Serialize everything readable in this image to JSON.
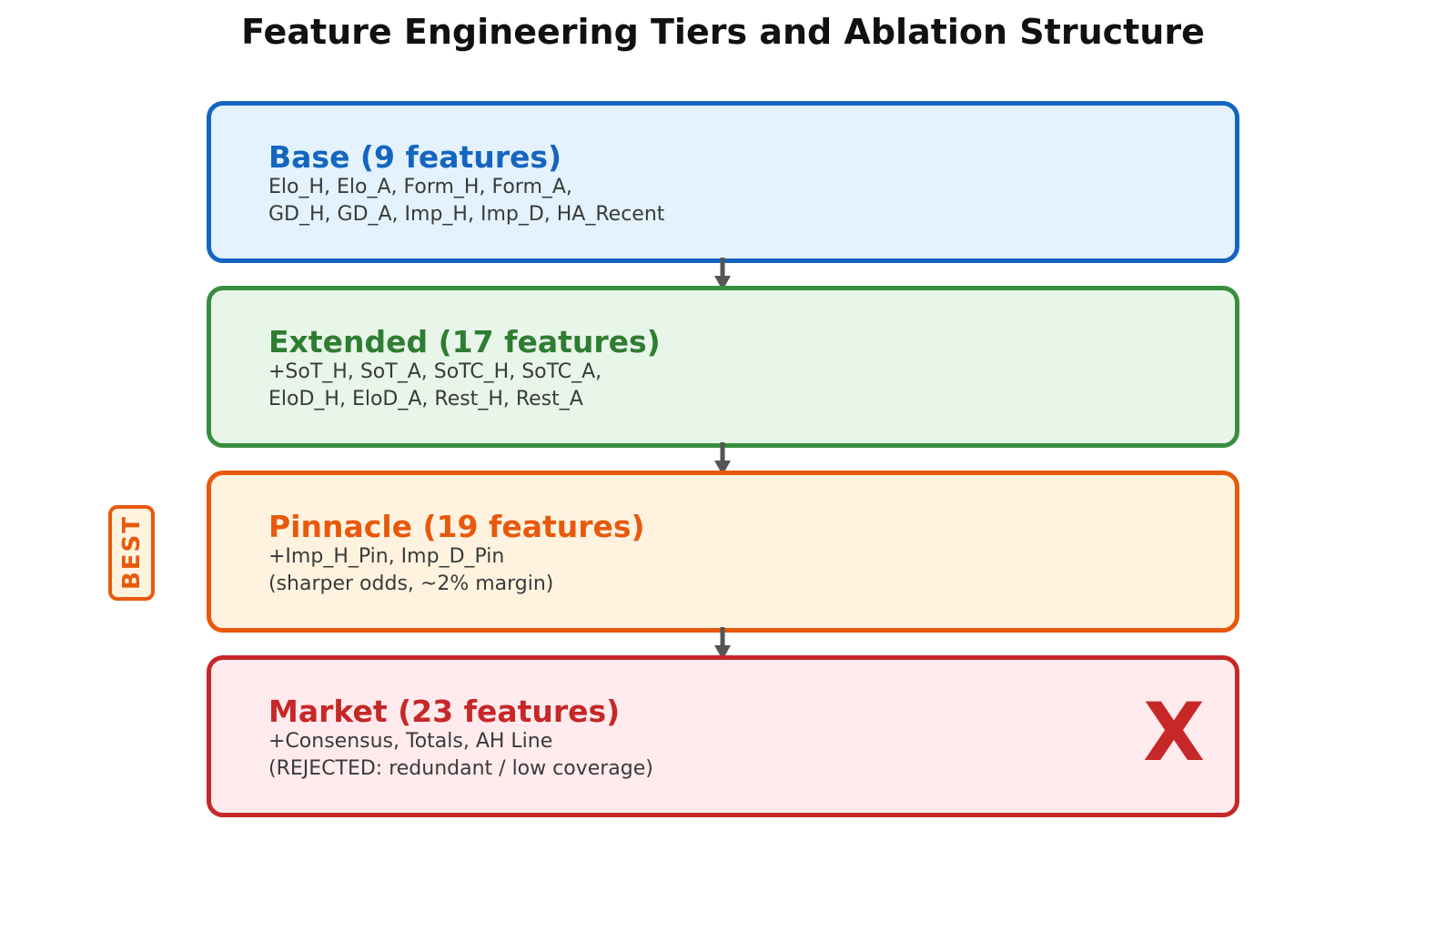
{
  "title": {
    "text": "Feature Engineering Tiers and Ablation Structure",
    "color": "#111111"
  },
  "tiers": [
    {
      "id": "base",
      "heading": "Base (9 features)",
      "lines": [
        "Elo_H, Elo_A, Form_H, Form_A,",
        "GD_H, GD_A, Imp_H, Imp_D, HA_Recent"
      ],
      "heading_color": "#1565C0",
      "border_color": "#1565C0",
      "fill_color": "#E3F2FD"
    },
    {
      "id": "extended",
      "heading": "Extended (17 features)",
      "lines": [
        "+SoT_H, SoT_A, SoTC_H, SoTC_A,",
        "EloD_H, EloD_A, Rest_H, Rest_A"
      ],
      "heading_color": "#2E7D32",
      "border_color": "#388E3C",
      "fill_color": "#E8F5E9"
    },
    {
      "id": "pinnacle",
      "heading": "Pinnacle (19 features)",
      "lines": [
        "+Imp_H_Pin, Imp_D_Pin",
        "(sharper odds, ~2% margin)"
      ],
      "heading_color": "#E8590C",
      "border_color": "#E8590C",
      "fill_color": "#FFF3E0"
    },
    {
      "id": "market",
      "heading": "Market (23 features)",
      "lines": [
        "+Consensus, Totals, AH Line",
        "(REJECTED: redundant / low coverage)"
      ],
      "heading_color": "#C62828",
      "border_color": "#C62828",
      "fill_color": "#FFEBEE"
    }
  ],
  "best_badge": {
    "label": "BEST",
    "text_color": "#E8590C",
    "border_color": "#E8590C",
    "fill_color": "#FFF3E0"
  },
  "rejected_mark": {
    "glyph": "X",
    "color": "#C62828"
  },
  "flow": {
    "direction": "top-down",
    "sequence": [
      "base",
      "extended",
      "pinnacle",
      "market"
    ],
    "arrow_color": "#555555"
  },
  "colors": {
    "body_text": "#3A3A3A",
    "background": "#FFFFFF"
  }
}
